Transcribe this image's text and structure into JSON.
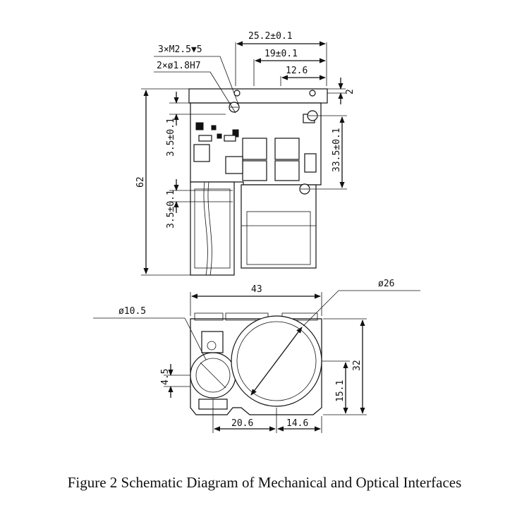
{
  "figure": {
    "caption": "Figure 2 Schematic Diagram of Mechanical and Optical Interfaces"
  },
  "top_view": {
    "dims": {
      "width_total": "25.2±0.1",
      "width_mid": "19±0.1",
      "width_small": "12.6",
      "thread_holes": "3×M2.5▼5",
      "pin_holes": "2×ø1.8H7",
      "height_total": "62",
      "offset_upper": "3.5±0.1",
      "offset_lower": "3.5±0.1",
      "hole_spacing": "33.5±0.1",
      "top_gap": "2"
    }
  },
  "front_view": {
    "dims": {
      "width": "43",
      "small_lens_dia": "ø10.5",
      "large_lens_dia": "ø26",
      "height": "32",
      "small_offset": "4.5",
      "center_height": "15.1",
      "bottom_left": "20.6",
      "bottom_right": "14.6"
    }
  }
}
